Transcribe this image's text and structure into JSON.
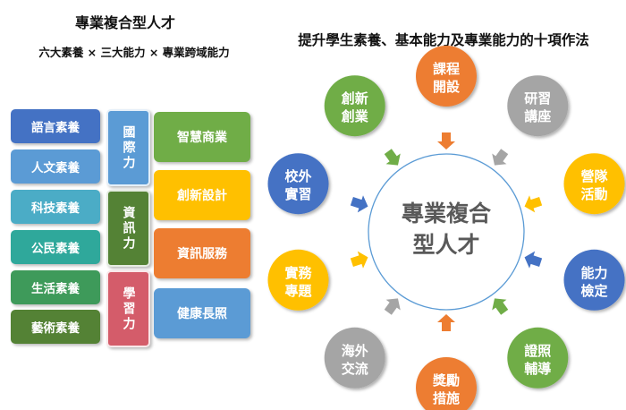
{
  "left": {
    "title": "專業複合型人才",
    "subtitle": "六大素養 × 三大能力 × 專業跨域能力",
    "literacies": [
      {
        "label": "語言素養",
        "color": "#4472c4"
      },
      {
        "label": "人文素養",
        "color": "#5b9bd5"
      },
      {
        "label": "科技素養",
        "color": "#4bacc6"
      },
      {
        "label": "公民素養",
        "color": "#2fa89b"
      },
      {
        "label": "生活素養",
        "color": "#3e9a5a"
      },
      {
        "label": "藝術素養",
        "color": "#548235"
      }
    ],
    "abilities": [
      {
        "label": "國際力",
        "color": "#5b9bd5"
      },
      {
        "label": "資訊力",
        "color": "#548235"
      },
      {
        "label": "學習力",
        "color": "#d45c6a"
      }
    ],
    "cross_domain": [
      {
        "label": "智慧商業",
        "color": "#70ad47"
      },
      {
        "label": "創新設計",
        "color": "#ffc000"
      },
      {
        "label": "資訊服務",
        "color": "#ed7d31"
      },
      {
        "label": "健康長照",
        "color": "#5b9bd5"
      }
    ]
  },
  "right": {
    "title": "提升學生素養、基本能力及專業能力的十項作法",
    "center": {
      "line1": "專業複合",
      "line2": "型人才"
    },
    "items": [
      {
        "line1": "課程",
        "line2": "開設",
        "color": "#ed7d31"
      },
      {
        "line1": "研習",
        "line2": "講座",
        "color": "#a5a5a5"
      },
      {
        "line1": "營隊",
        "line2": "活動",
        "color": "#ffc000"
      },
      {
        "line1": "能力",
        "line2": "檢定",
        "color": "#4472c4"
      },
      {
        "line1": "證照",
        "line2": "輔導",
        "color": "#70ad47"
      },
      {
        "line1": "獎勵",
        "line2": "措施",
        "color": "#ed7d31"
      },
      {
        "line1": "海外",
        "line2": "交流",
        "color": "#a5a5a5"
      },
      {
        "line1": "實務",
        "line2": "專題",
        "color": "#ffc000"
      },
      {
        "line1": "校外",
        "line2": "實習",
        "color": "#4472c4"
      },
      {
        "line1": "創新",
        "line2": "創業",
        "color": "#70ad47"
      }
    ]
  }
}
